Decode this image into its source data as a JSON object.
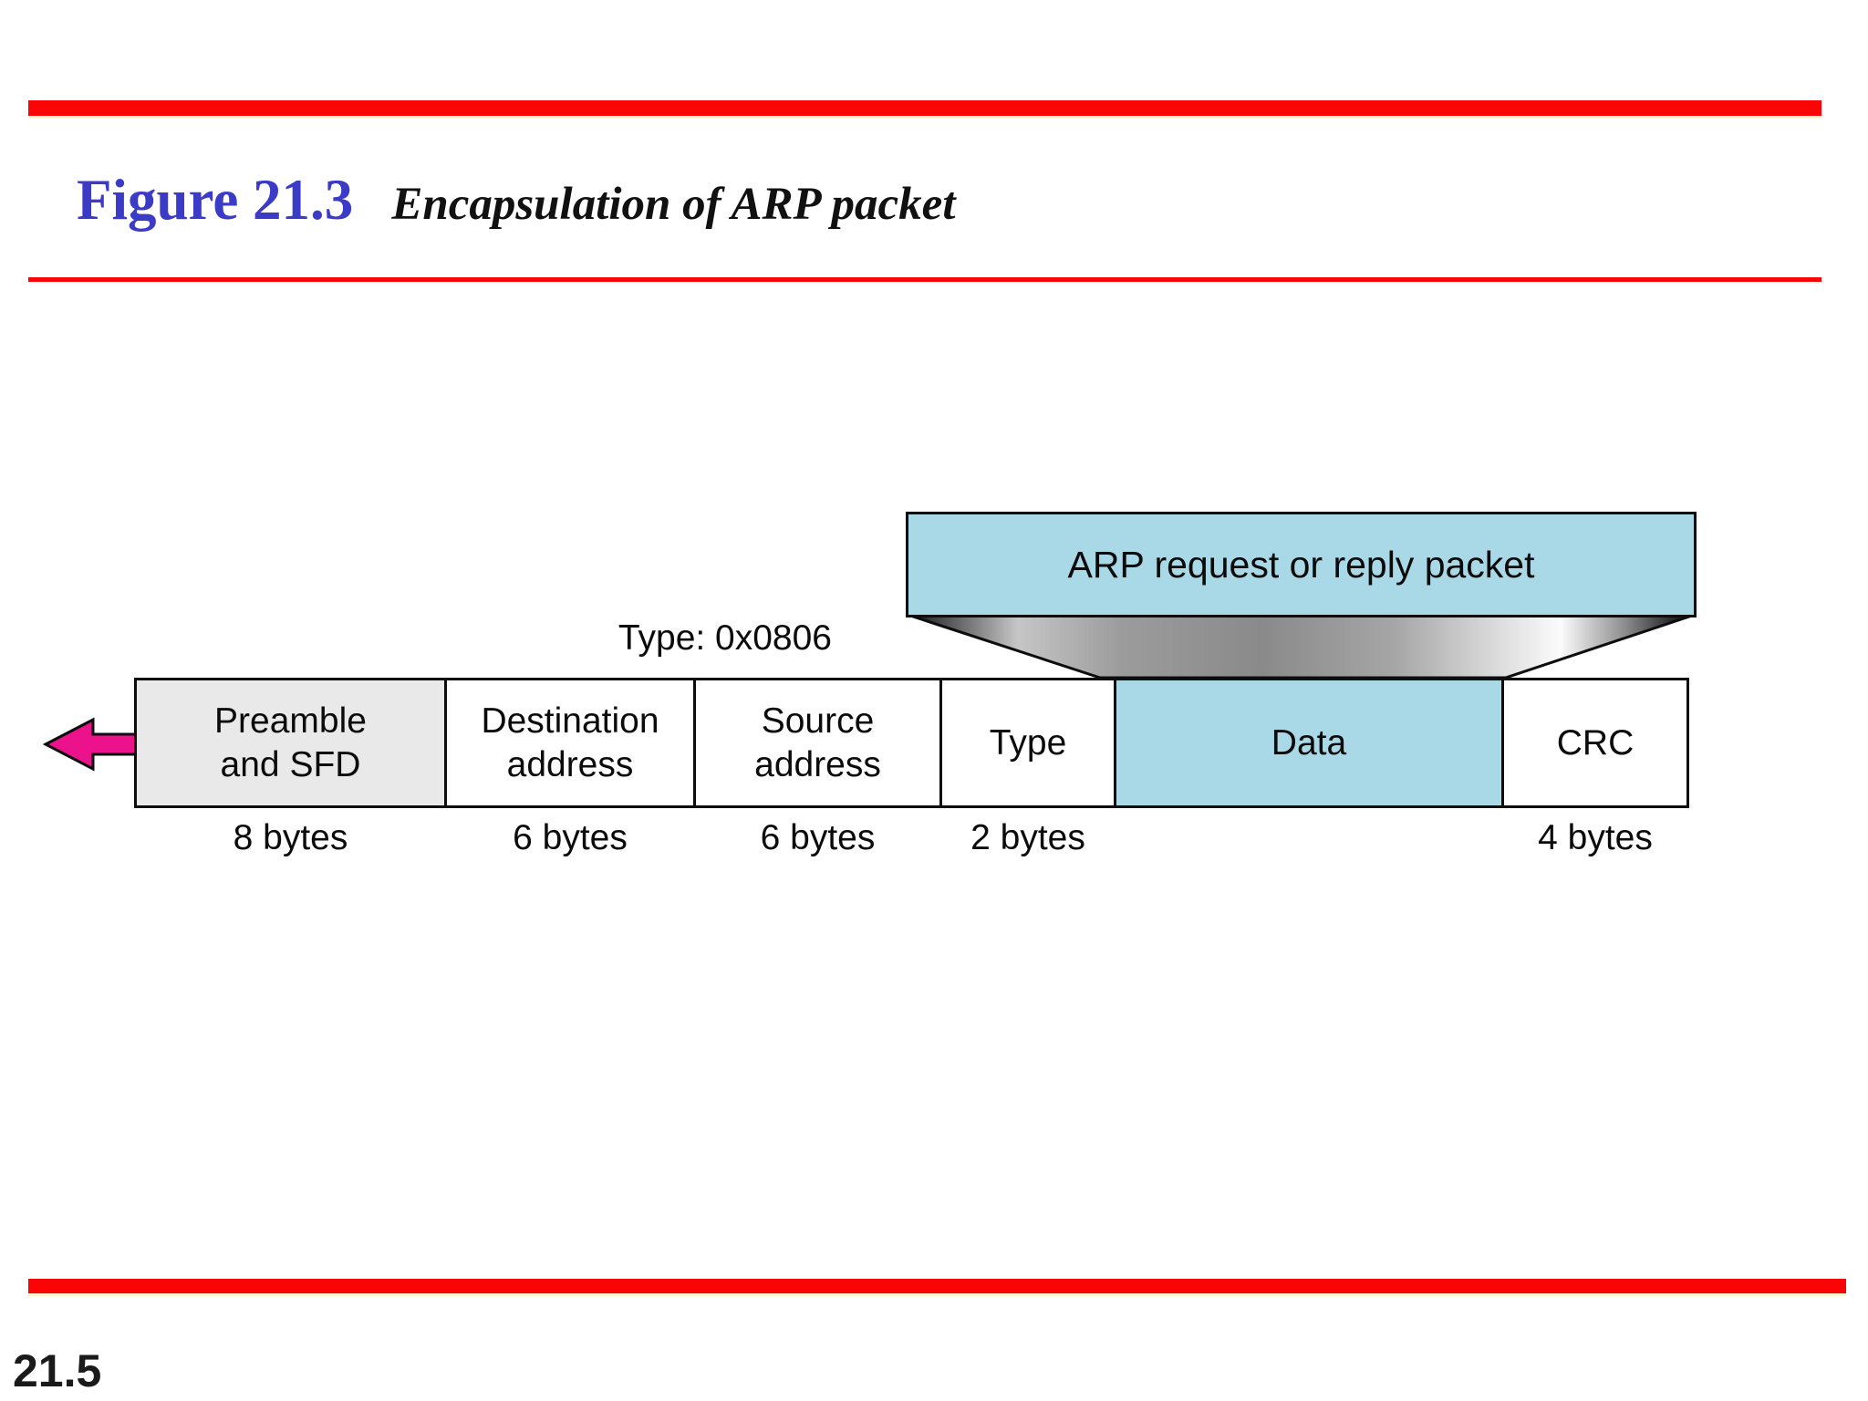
{
  "slide": {
    "figure_label": "Figure 21.3",
    "figure_title": "Encapsulation of ARP packet",
    "page_number": "21.5"
  },
  "diagram": {
    "arp_box_label": "ARP request or reply packet",
    "type_annotation": "Type: 0x0806",
    "fields": [
      {
        "name": "preamble-sfd",
        "lines": [
          "Preamble",
          "and SFD"
        ],
        "size": "8 bytes"
      },
      {
        "name": "destination-address",
        "lines": [
          "Destination",
          "address"
        ],
        "size": "6 bytes"
      },
      {
        "name": "source-address",
        "lines": [
          "Source",
          "address"
        ],
        "size": "6 bytes"
      },
      {
        "name": "type",
        "lines": [
          "Type"
        ],
        "size": "2 bytes"
      },
      {
        "name": "data",
        "lines": [
          "Data"
        ],
        "size": ""
      },
      {
        "name": "crc",
        "lines": [
          "CRC"
        ],
        "size": "4 bytes"
      }
    ]
  },
  "colors": {
    "accent_red": "#F90506",
    "cream_edge": "#FCF3CF",
    "title_blue": "#3B3BC8",
    "packet_blue": "#A9D8E6",
    "preamble_gray": "#E9E9E9",
    "arrow_pink": "#EC128C",
    "line_black": "#0D0D0D"
  }
}
